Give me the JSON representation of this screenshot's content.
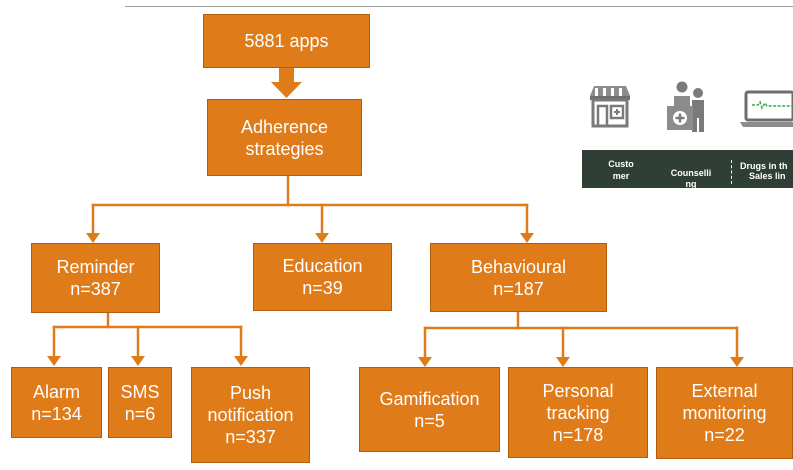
{
  "root": {
    "label": "5881 apps"
  },
  "strategies": {
    "line1": "Adherence",
    "line2": "strategies"
  },
  "reminder": {
    "title": "Reminder",
    "count": "n=387"
  },
  "education": {
    "title": "Education",
    "count": "n=39"
  },
  "behavioural": {
    "title": "Behavioural",
    "count": "n=187"
  },
  "alarm": {
    "title": "Alarm",
    "count": "n=134"
  },
  "sms": {
    "title": "SMS",
    "count": "n=6"
  },
  "push": {
    "line1": "Push",
    "line2": "notification",
    "count": "n=337"
  },
  "gamification": {
    "title": "Gamification",
    "count": "n=5"
  },
  "personal": {
    "line1": "Personal",
    "line2": "tracking",
    "count": "n=178"
  },
  "external": {
    "line1": "External",
    "line2": "monitoring",
    "count": "n=22"
  },
  "overlay_strip": {
    "labels": [
      "Custo",
      "mer",
      "Counselli",
      "ng",
      "Drugs in th",
      "Sales lin"
    ]
  },
  "icons": [
    "pharmacy-store-icon",
    "pharmacist-counter-icon",
    "laptop-monitor-icon"
  ],
  "colors": {
    "box_fill": "#e07b1a",
    "box_border": "#b35d0a",
    "text": "#ffffff",
    "strip": "#2f3f35"
  }
}
